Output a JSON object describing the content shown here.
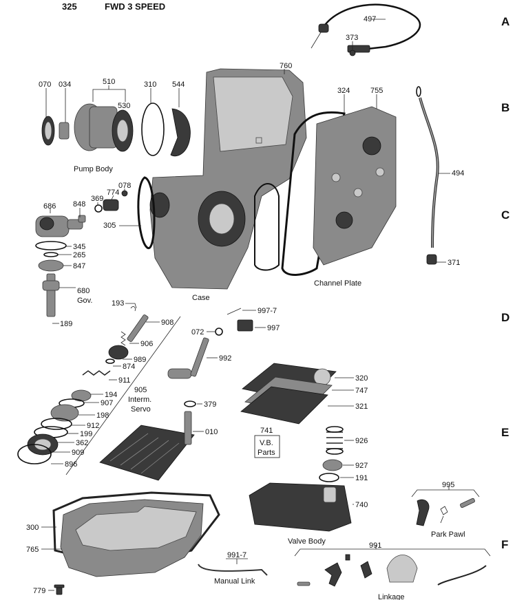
{
  "header": {
    "code": "325",
    "title": "FWD 3 SPEED"
  },
  "rows": [
    "A",
    "B",
    "C",
    "D",
    "E",
    "F"
  ],
  "captions": {
    "pump_body": "Pump Body",
    "case": "Case",
    "channel_plate": "Channel Plate",
    "gov": "Gov.",
    "interm": "Interm.",
    "servo": "Servo",
    "vb": "V.B.",
    "parts": "Parts",
    "valve_body": "Valve  Body",
    "park_pawl": "Park Pawl",
    "manual_link": "Manual Link",
    "linkage": "Linkage"
  },
  "callouts": {
    "p497": "497",
    "p373": "373",
    "p760": "760",
    "p070": "070",
    "p034": "034",
    "p510": "510",
    "p530": "530",
    "p310": "310",
    "p544": "544",
    "p324": "324",
    "p755": "755",
    "p494": "494",
    "p078": "078",
    "p774": "774",
    "p369": "369",
    "p848": "848",
    "p686": "686",
    "p305": "305",
    "p345": "345",
    "p265": "265",
    "p847": "847",
    "p680": "680",
    "p189": "189",
    "p371": "371",
    "p193": "193",
    "p908": "908",
    "p997_7": "997-7",
    "p997": "997",
    "p072": "072",
    "p906": "906",
    "p989": "989",
    "p874": "874",
    "p992": "992",
    "p911": "911",
    "p905": "905",
    "p320": "320",
    "p747": "747",
    "p194": "194",
    "p907": "907",
    "p321": "321",
    "p379": "379",
    "p198": "198",
    "p912": "912",
    "p199": "199",
    "p010": "010",
    "p741": "741",
    "p926": "926",
    "p362": "362",
    "p909": "909",
    "p927": "927",
    "p896": "896",
    "p191": "191",
    "p995": "995",
    "p740": "740",
    "p300": "300",
    "p765": "765",
    "p991_7": "991-7",
    "p991": "991",
    "p779": "779"
  },
  "icons": {
    "shift_cable": "cable-icon",
    "pump_body": "pump-body-icon",
    "case": "transmission-case-icon",
    "channel_plate": "channel-plate-icon",
    "dipstick_tube": "dipstick-tube-icon",
    "governor": "governor-icon",
    "servo": "servo-piston-icon",
    "filter": "oil-filter-icon",
    "valve_body": "valve-body-icon",
    "oil_pan": "oil-pan-icon",
    "park_pawl": "park-pawl-icon",
    "linkage": "linkage-icon"
  }
}
